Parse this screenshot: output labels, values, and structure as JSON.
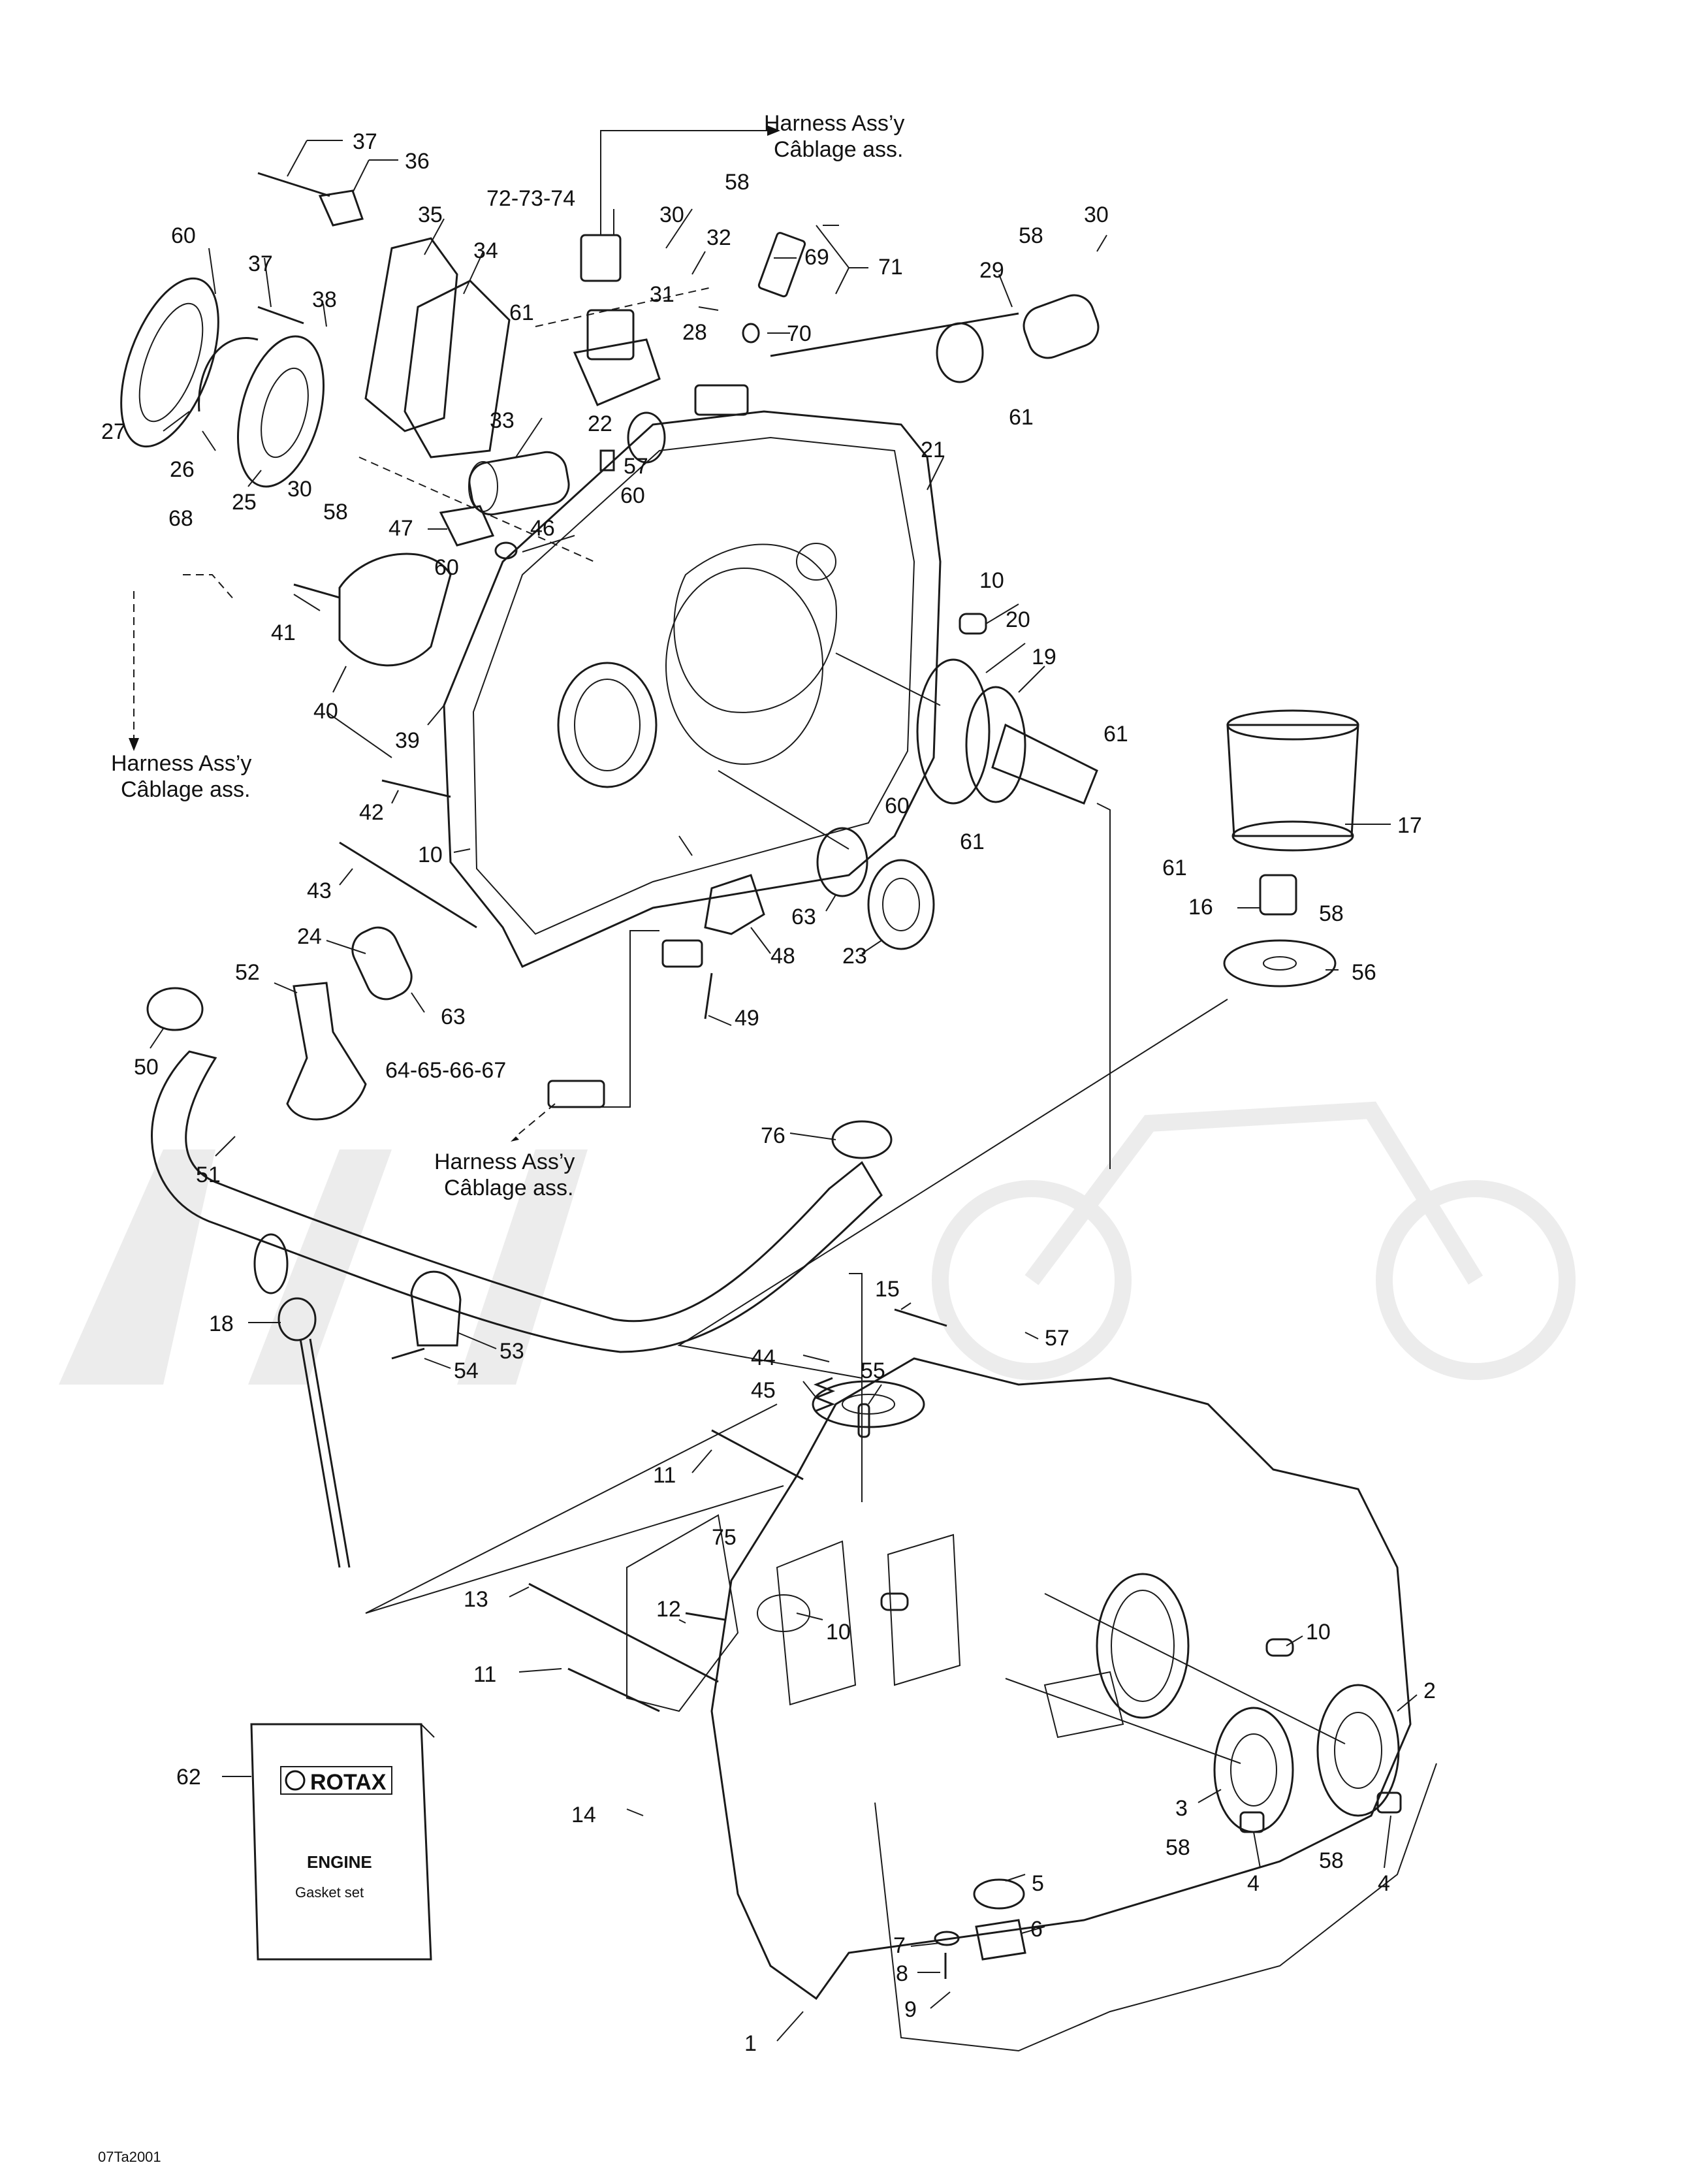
{
  "figure_code": "07Ta2001",
  "harness": {
    "line1": "Harness Ass’y",
    "line2": "Câblage ass."
  },
  "booklet": {
    "brand": "ROTAX",
    "title": "ENGINE",
    "subtitle": "Gasket set"
  },
  "callouts": {
    "c1": "1",
    "c2": "2",
    "c3": "3",
    "c4a": "4",
    "c4b": "4",
    "c5": "5",
    "c6": "6",
    "c7": "7",
    "c8": "8",
    "c9": "9",
    "c10a": "10",
    "c10b": "10",
    "c10c": "10",
    "c10d": "10",
    "c11a": "11",
    "c11b": "11",
    "c12": "12",
    "c13": "13",
    "c14": "14",
    "c15": "15",
    "c16": "16",
    "c17": "17",
    "c18": "18",
    "c19": "19",
    "c20": "20",
    "c21": "21",
    "c22": "22",
    "c23": "23",
    "c24": "24",
    "c25": "25",
    "c26": "26",
    "c27": "27",
    "c28": "28",
    "c29": "29",
    "c30a": "30",
    "c30b": "30",
    "c30c": "30",
    "c31": "31",
    "c32": "32",
    "c33": "33",
    "c34": "34",
    "c35": "35",
    "c36": "36",
    "c37a": "37",
    "c37b": "37",
    "c38": "38",
    "c39": "39",
    "c40": "40",
    "c41": "41",
    "c42": "42",
    "c43": "43",
    "c44": "44",
    "c45": "45",
    "c46": "46",
    "c47": "47",
    "c48": "48",
    "c49": "49",
    "c50": "50",
    "c51": "51",
    "c52": "52",
    "c53": "53",
    "c54": "54",
    "c55": "55",
    "c56": "56",
    "c57a": "57",
    "c57b": "57",
    "c58a": "58",
    "c58b": "58",
    "c58c": "58",
    "c58d": "58",
    "c58e": "58",
    "c58f": "58",
    "c60a": "60",
    "c60b": "60",
    "c60c": "60",
    "c60d": "60",
    "c61a": "61",
    "c61b": "61",
    "c61c": "61",
    "c61d": "61",
    "c61e": "61",
    "c62": "62",
    "c63a": "63",
    "c63b": "63",
    "c64": "64-65-66-67",
    "c68": "68",
    "c69": "69",
    "c70": "70",
    "c71": "71",
    "c72": "72-73-74",
    "c75": "75",
    "c76": "76"
  }
}
